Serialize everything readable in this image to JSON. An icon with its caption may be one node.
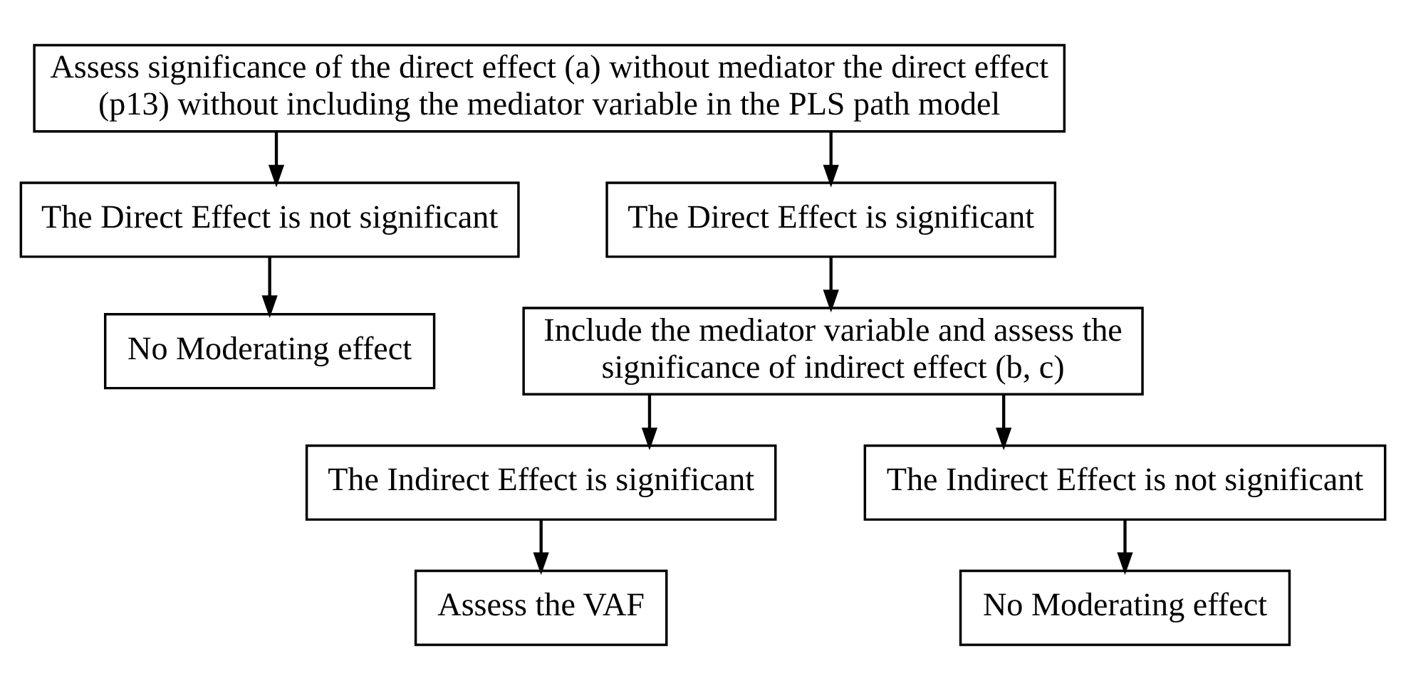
{
  "diagram": {
    "nodes": [
      {
        "text": [
          "Assess significance of the direct effect (a) without mediator the direct effect (p13) without including the mediator variable in the PLS path model"
        ]
      },
      {
        "text": [
          "The Direct Effect is not significant"
        ]
      },
      {
        "text": [
          "The Direct Effect is significant"
        ]
      },
      {
        "text": [
          "No Moderating effect"
        ]
      },
      {
        "text": [
          "Include the mediator variable and assess the significance of indirect effect (b, c)"
        ]
      },
      {
        "text": [
          "The Indirect Effect is significant"
        ]
      },
      {
        "text": [
          "The Indirect Effect is not significant"
        ]
      },
      {
        "text": [
          "Assess the VAF"
        ]
      },
      {
        "text": [
          "No Moderating effect"
        ]
      }
    ],
    "edges": [
      {
        "from": 0,
        "to": 1,
        "arrow": "to"
      },
      {
        "from": 0,
        "to": 2,
        "arrow": "to"
      },
      {
        "from": 1,
        "to": 3,
        "arrow": "to"
      },
      {
        "from": 2,
        "to": 4,
        "arrow": "to"
      },
      {
        "from": 4,
        "to": 5,
        "arrow": "to"
      },
      {
        "from": 4,
        "to": 6,
        "arrow": "to"
      },
      {
        "from": 5,
        "to": 7,
        "arrow": "to"
      },
      {
        "from": 6,
        "to": 8,
        "arrow": "to"
      }
    ]
  }
}
